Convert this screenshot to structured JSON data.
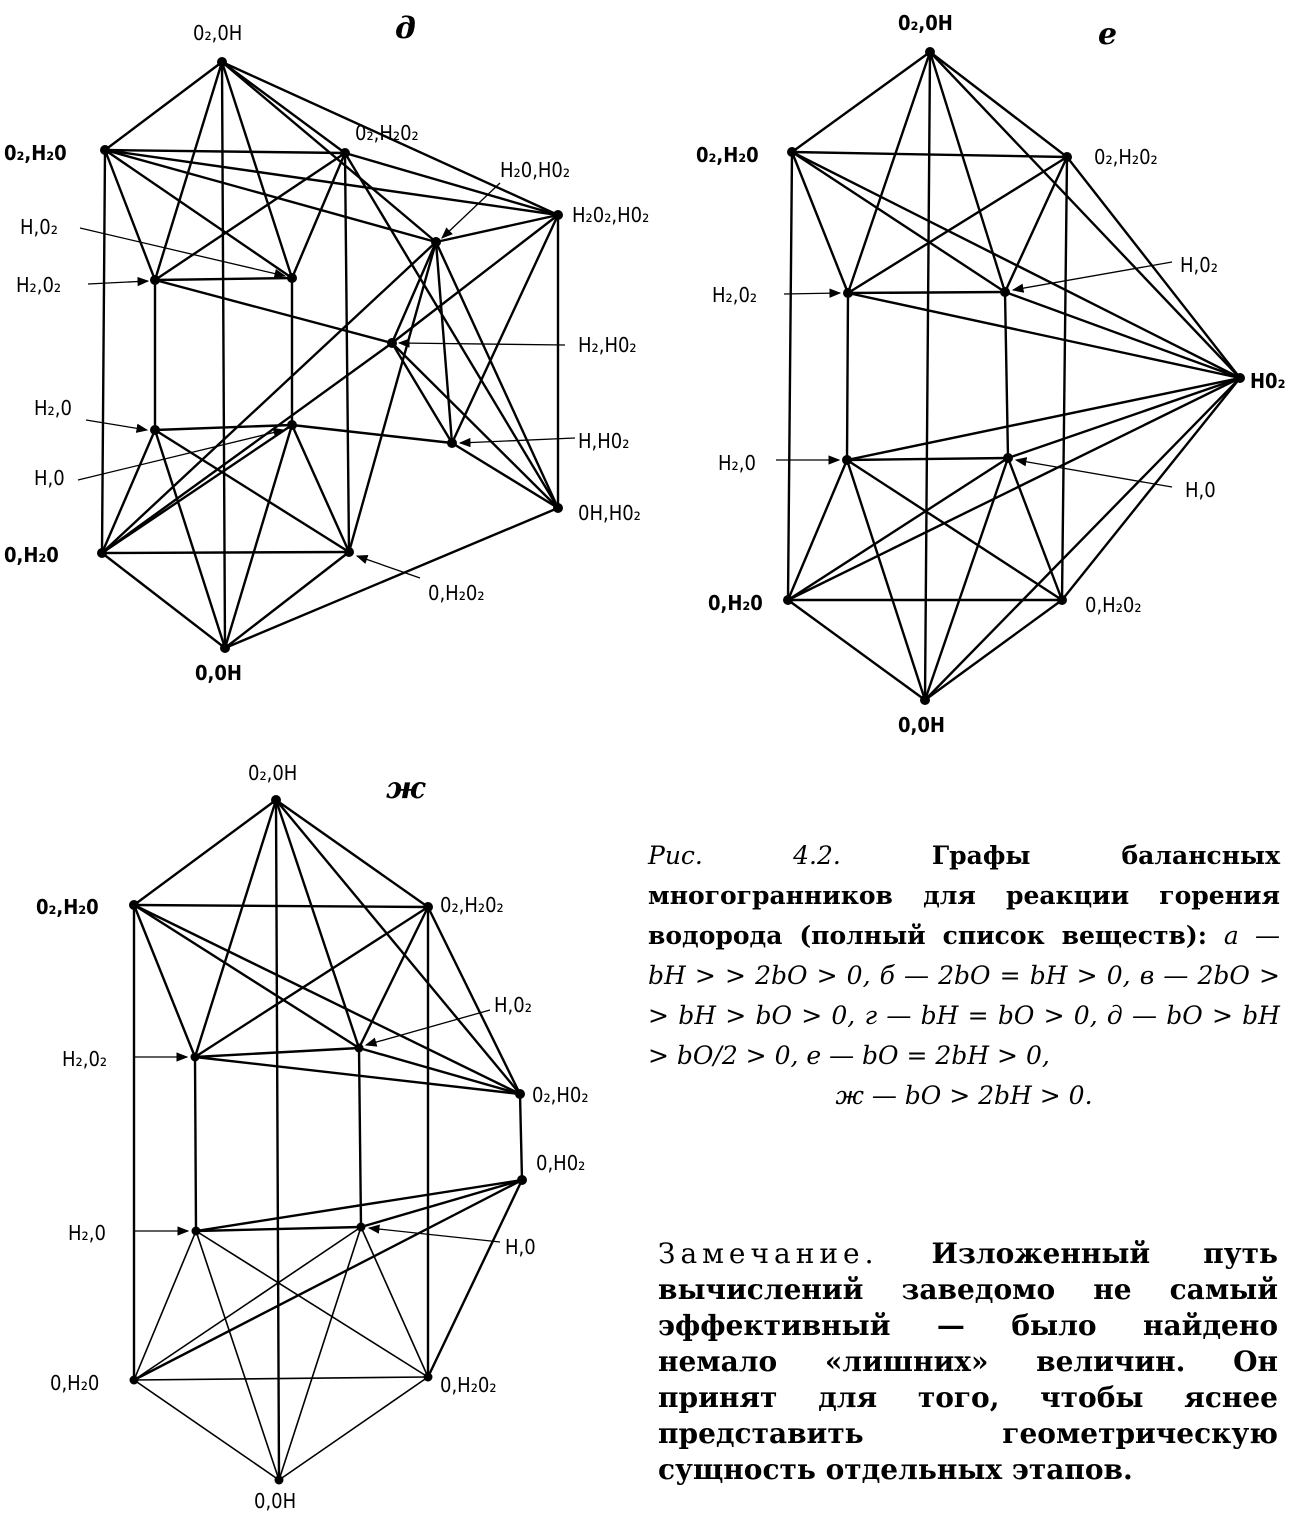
{
  "panels": {
    "d": {
      "letter": "д",
      "labels": {
        "o2oh": "0₂,0H",
        "o2h2o": "0₂,H₂0",
        "o2h2o2": "0₂,H₂0₂",
        "h2oho2": "H₂0,H0₂",
        "h2o2ho2": "H₂0₂,H0₂",
        "ho2": "H,0₂",
        "h2o2": "H₂,0₂",
        "h2ho2": "H₂,H0₂",
        "h2o": "H₂,0",
        "ho": "H,0",
        "hho2": "H,H0₂",
        "ohho2": "0H,H0₂",
        "oh2o": "0,H₂0",
        "oh2o2": "0,H₂0₂",
        "ooh": "0,0H"
      }
    },
    "e": {
      "letter": "е",
      "labels": {
        "o2oh": "0₂,0H",
        "o2h2o": "0₂,H₂0",
        "o2h2o2": "0₂,H₂0₂",
        "h2o2": "H₂,0₂",
        "ho2": "H,0₂",
        "hho2": "H0₂",
        "h2o": "H₂,0",
        "ho": "H,0",
        "oh2o": "0,H₂0",
        "oh2o2": "0,H₂0₂",
        "ooh": "0,0H"
      }
    },
    "zh": {
      "letter": "ж",
      "labels": {
        "o2oh": "0₂,0H",
        "o2h2o": "0₂,H₂0",
        "o2h2o2": "0₂,H₂0₂",
        "ho2": "H,0₂",
        "h2o2": "H₂,0₂",
        "o2ho2": "0₂,H0₂",
        "oho2": "0,H0₂",
        "h2o": "H₂,0",
        "ho": "H,0",
        "oh2o": "0,H₂0",
        "oh2o2": "0,H₂0₂",
        "ooh": "0,0H"
      }
    }
  },
  "caption": {
    "fig_id": "Рис. 4.2.",
    "text": "Графы балансных многогранников для реакции горения водорода (полный список веществ):",
    "conditions_inline": "а — bH > > 2bO > 0, б — 2bO = bH > 0, в — 2bO > > bH > bO > 0, г — bH = bO > 0, д — bO > bH > bO/2 > 0, е — bO = 2bH > 0,",
    "condition_last": "ж — bO > 2bH > 0."
  },
  "remark": {
    "heading": "Замечание.",
    "text": "Изложенный путь вычислений заведомо не самый эффективный — было найдено немало «лишних» величин. Он принят для того, чтобы яснее представить геометрическую сущность отдельных этапов."
  }
}
